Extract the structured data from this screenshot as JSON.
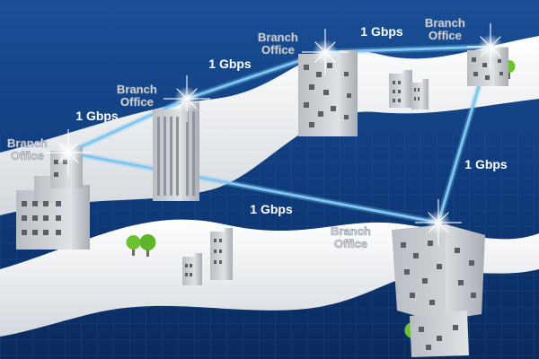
{
  "nodes": [
    {
      "id": "office-1",
      "label_line1": "Branch",
      "label_line2": "Office"
    },
    {
      "id": "office-2",
      "label_line1": "Branch",
      "label_line2": "Office"
    },
    {
      "id": "office-3",
      "label_line1": "Branch",
      "label_line2": "Office"
    },
    {
      "id": "office-4",
      "label_line1": "Branch",
      "label_line2": "Office"
    },
    {
      "id": "office-5",
      "label_line1": "Branch",
      "label_line2": "Office"
    }
  ],
  "links": [
    {
      "from": "office-1",
      "to": "office-2",
      "label": "1 Gbps"
    },
    {
      "from": "office-2",
      "to": "office-3",
      "label": "1 Gbps"
    },
    {
      "from": "office-3",
      "to": "office-4",
      "label": "1 Gbps"
    },
    {
      "from": "office-4",
      "to": "office-5",
      "label": "1 Gbps"
    },
    {
      "from": "office-1",
      "to": "office-5",
      "label": "1 Gbps"
    }
  ],
  "colors": {
    "background": "#0d2f66",
    "link": "#7fc6f0",
    "road": "#eceff2",
    "building": "#c9cdd2",
    "window": "#5a5f66",
    "tree": "#6cc22f"
  }
}
